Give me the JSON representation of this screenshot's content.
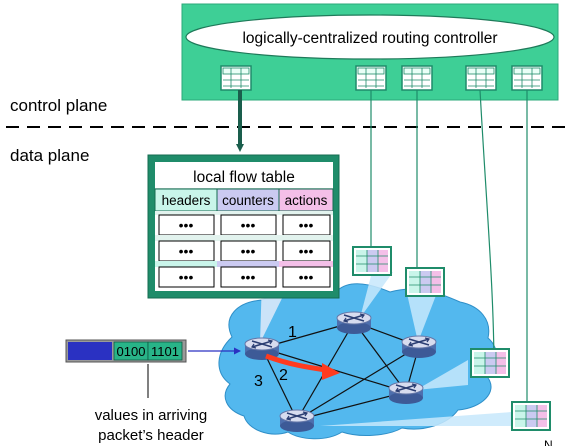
{
  "controller": {
    "label": "logically-centralized routing controller"
  },
  "planes": {
    "control": "control plane",
    "data": "data plane"
  },
  "flow_table": {
    "title": "local flow table",
    "headers": [
      "headers",
      "counters",
      "actions"
    ],
    "cell": "•••"
  },
  "packet": {
    "bits_a": "0100",
    "bits_b": "1101",
    "caption_line1": "values in arriving",
    "caption_line2": "packet’s header"
  },
  "ports": [
    "1",
    "2",
    "3"
  ],
  "cut_text": "N",
  "colors": {
    "controller_green": "#3ecf96",
    "cloud_blue": "#53b8ee",
    "table_border": "#1f8c6a",
    "header_cyan": "#c9f5ea",
    "counters_lavender": "#cbcaf1",
    "actions_pink": "#f4bfe8",
    "arrow_red": "#ff3b1f",
    "packet_blue": "#2a31c2",
    "packet_green": "#28b488"
  }
}
